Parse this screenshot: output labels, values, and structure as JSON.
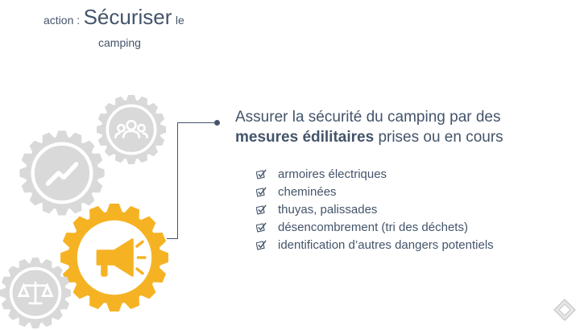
{
  "title": {
    "prefix": "action :",
    "main": "Sécuriser",
    "suffix": "le",
    "line2": "camping"
  },
  "heading": {
    "text_before": "Assurer la sécurité du camping par des",
    "bold": "mesures édilitaires",
    "text_after": "prises ou en cours"
  },
  "bullets": [
    "armoires électriques",
    "cheminées",
    "thuyas, palissades",
    "désencombrement  (tri des déchets)",
    "identification d’autres dangers potentiels"
  ],
  "colors": {
    "text": "#44546a",
    "gear_gray": "#d9d9d9",
    "gear_active": "#f5b324",
    "gear_active_inner": "#ffffff"
  },
  "gears": [
    {
      "icon": "people-icon",
      "active": false
    },
    {
      "icon": "trend-line-icon",
      "active": false
    },
    {
      "icon": "megaphone-icon",
      "active": true
    },
    {
      "icon": "scales-icon",
      "active": false
    }
  ]
}
